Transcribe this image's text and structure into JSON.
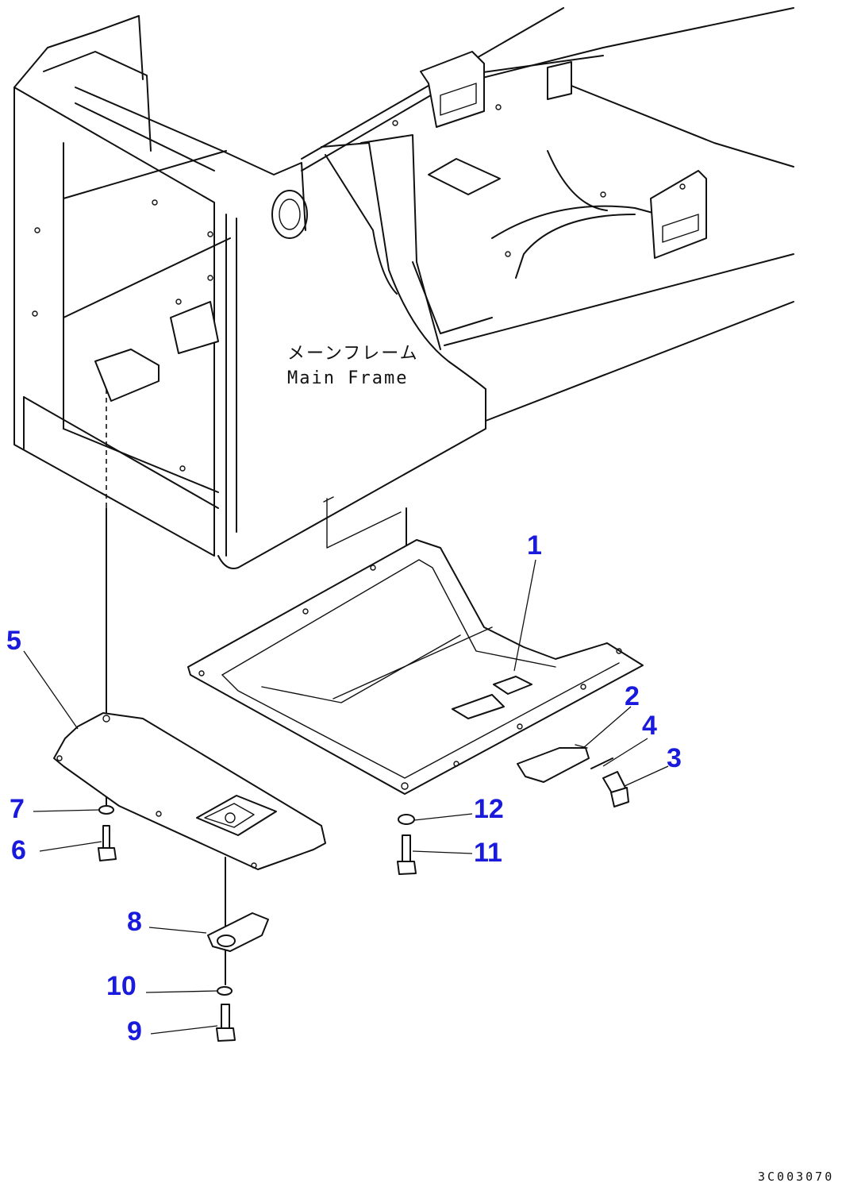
{
  "frame_label": {
    "jp": "メーンフレーム",
    "en": "Main Frame"
  },
  "callouts": [
    "1",
    "2",
    "3",
    "4",
    "5",
    "6",
    "7",
    "8",
    "9",
    "10",
    "11",
    "12"
  ],
  "drawing_code": "3C003070"
}
